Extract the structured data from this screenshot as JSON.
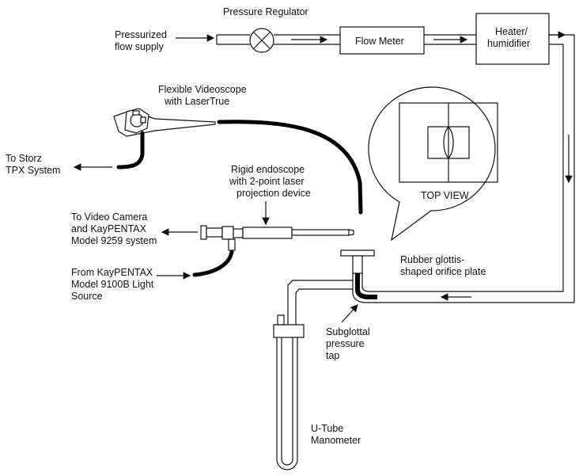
{
  "labels": {
    "pressure_regulator": "Pressure Regulator",
    "pressurized_flow_supply": [
      "Pressurized",
      "flow supply"
    ],
    "flow_meter": "Flow Meter",
    "heater_humidifier": [
      "Heater/",
      "humidifier"
    ],
    "flexible_videoscope": [
      "Flexible Videoscope",
      "with LaserTrue"
    ],
    "storz_system": [
      "To Storz",
      "TPX System"
    ],
    "top_view": "TOP VIEW",
    "rigid_endoscope": [
      "Rigid endoscope",
      "with 2-point laser",
      "projection device"
    ],
    "video_camera": [
      "To Video Camera",
      "and KayPENTAX",
      "Model 9259 system"
    ],
    "light_source": [
      "From KayPENTAX",
      "Model 9100B Light",
      "Source"
    ],
    "orifice_plate": [
      "Rubber glottis-",
      "shaped orifice plate"
    ],
    "pressure_tap": [
      "Subglottal",
      "pressure",
      "tap"
    ],
    "manometer": [
      "U-Tube",
      "Manometer"
    ]
  }
}
